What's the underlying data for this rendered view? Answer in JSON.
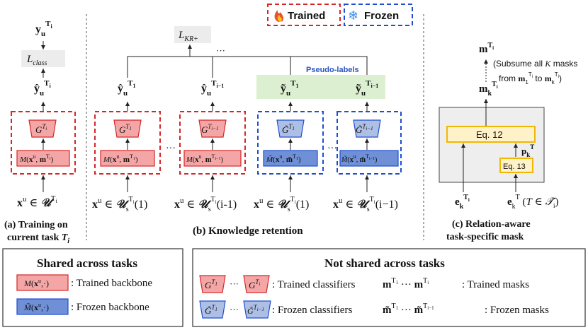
{
  "legend": {
    "trained": "Trained",
    "frozen": "Frozen"
  },
  "colors": {
    "trained_border": "#d62728",
    "trained_fill": "#f4a6a6",
    "frozen_border": "#1f4fd0",
    "frozen_fill": "#aebfe6",
    "frozen_backbone_fill": "#6f8fd6",
    "pseudo_bg": "#dcefd0",
    "loss_bg": "#ececec",
    "eq_fill": "#fff2c8",
    "eq_border": "#f2b705",
    "panel_c_bg": "#eeeeee"
  },
  "panel_a": {
    "output": "y_u^{T_i}",
    "loss": "L_class",
    "pred": "ŷ_u^{T_i}",
    "classifier": "G^{T_i}",
    "backbone": "M(x^u, m^{T_i})",
    "input": "x^u ∈ U^{T_i}",
    "caption_line1": "(a)  Training on",
    "caption_line2": "current task T_i"
  },
  "panel_b": {
    "loss": "L_KR+",
    "dots": "···",
    "pseudo_label": "Pseudo-labels",
    "caption": "(b) Knowledge retention",
    "columns": [
      {
        "pred": "ŷ_u^{T_1}",
        "classifier": "G^{T_1}",
        "backbone": "M(x^u, m^{T_1})",
        "input": "x^u ∈ U_s^{T_i}(1)"
      },
      {
        "pred": "ŷ_u^{T_{i-1}}",
        "classifier": "G^{T_{i-1}}",
        "backbone": "M(x^u, m^{T_{i-1}})",
        "input": "x^u ∈ U_s^{T_i}(i-1)"
      },
      {
        "pred": "ỹ_u^{T_1}",
        "classifier": "G̃^{T_1}",
        "backbone": "M̃(x^u, m̃^{T_1})",
        "input": "x^u ∈ U_s^{T_i}(1)"
      },
      {
        "pred": "ỹ_u^{T_{i-1}}",
        "classifier": "G̃^{T_{i-1}}",
        "backbone": "M̃(x^u, m̃^{T_{i-1}})",
        "input": "x^u ∈ U_s^{T_i}(i−1)"
      }
    ]
  },
  "panel_c": {
    "mask_top": "m^{T_i}",
    "subsume_line1": "(Subsume all K masks",
    "subsume_line2": "from m_1^{T_i} to m_k^{T_i})",
    "mask_k": "m_k^{T_i}",
    "eq12": "Eq. 12",
    "eq13": "Eq. 13",
    "p": "p_k^T",
    "e_left": "e_k^{T_i}",
    "e_right": "e_k^T (T ∈ 𝒯̃_i)",
    "caption_line1": "(c) Relation-aware",
    "caption_line2": "task-specific mask"
  },
  "shared_box": {
    "title": "Shared across tasks",
    "trained_chip": "M(x^u,·)",
    "trained_label": ": Trained backbone",
    "frozen_chip": "M̃(x^u,·)",
    "frozen_label": ": Frozen backbone"
  },
  "not_shared_box": {
    "title": "Not shared across tasks",
    "row1_label": ": Trained classifiers",
    "row1_masks": "m^{T_1} ··· m^{T_i}",
    "row1_masks_label": ": Trained masks",
    "row2_label": ": Frozen classifiers",
    "row2_masks": "m̃^{T_1} ··· m̃^{T_{i−1}}",
    "row2_masks_label": ": Frozen masks"
  }
}
